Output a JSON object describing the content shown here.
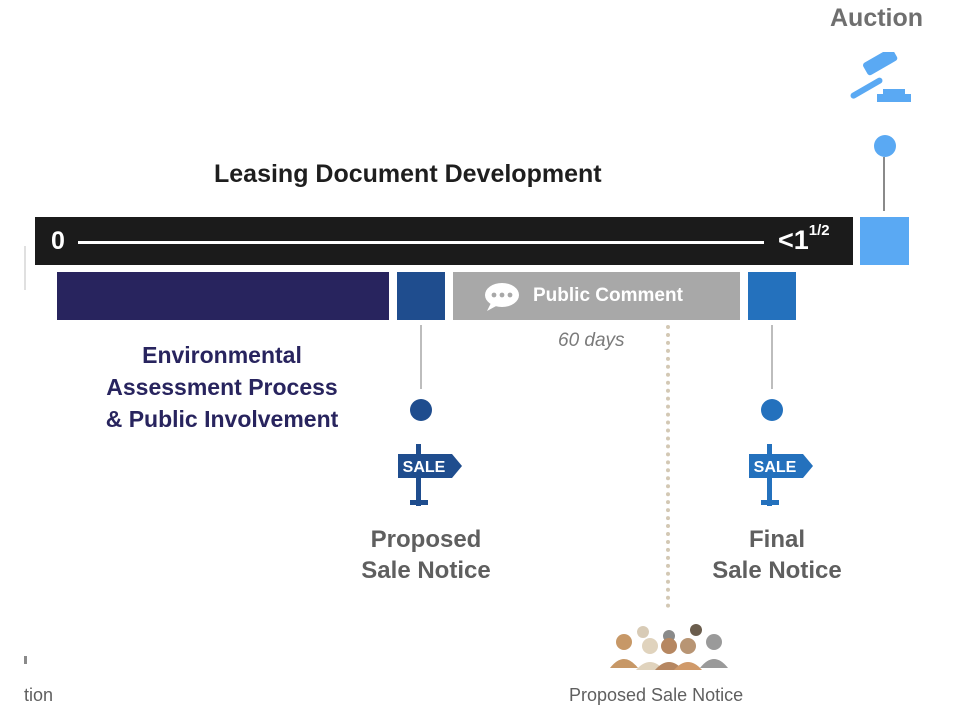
{
  "auction": {
    "title": "Auction"
  },
  "timeline": {
    "title": "Leasing Document Development",
    "start_label": "0",
    "end_label": "<1",
    "end_superscript": "1/2"
  },
  "segments": {
    "public_comment": "Public Comment",
    "duration": "60 days"
  },
  "environmental": {
    "lines": [
      "Environmental",
      "Assessment Process",
      "& Public Involvement"
    ]
  },
  "proposed_notice": {
    "sign_text": "SALE",
    "lines": [
      "Proposed",
      "Sale Notice"
    ]
  },
  "final_notice": {
    "sign_text": "SALE",
    "lines": [
      "Final",
      "Sale Notice"
    ]
  },
  "footer": {
    "right_label": "Proposed Sale Notice",
    "left_fragment": "tion"
  },
  "colors": {
    "navy": "#28245e",
    "dark_blue": "#1f4d8e",
    "mid_blue": "#2471bd",
    "light_blue": "#5aa9f3",
    "gray": "#a8a8a8",
    "timeline_black": "#1b1b1b"
  },
  "icons": [
    "gavel-icon",
    "comment-bubble-icon",
    "sale-sign-icon",
    "people-group-icon"
  ]
}
